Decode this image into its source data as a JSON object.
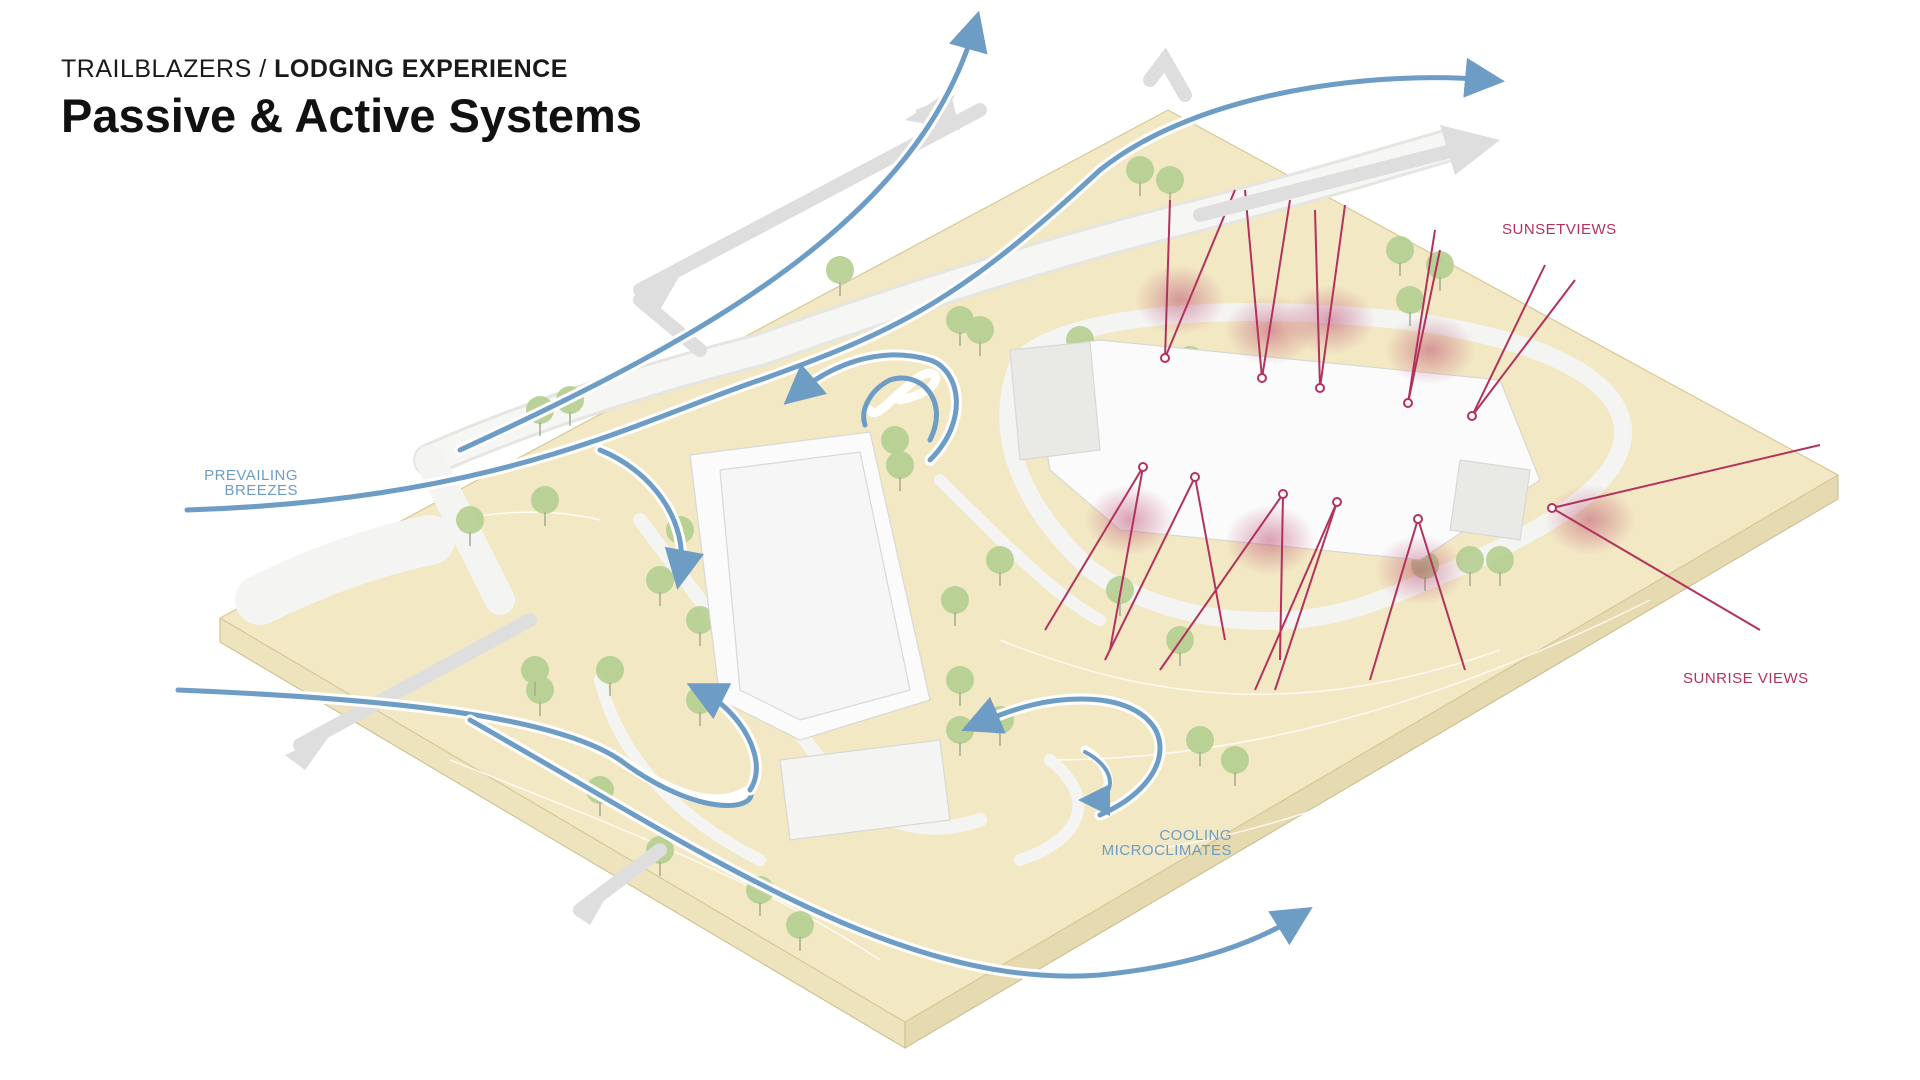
{
  "header": {
    "project": "TRAILBLAZERS",
    "separator": " / ",
    "section": "LODGING EXPERIENCE",
    "title": "Passive & Active Systems"
  },
  "labels": {
    "prevailing_breezes_line1": "PREVAILING",
    "prevailing_breezes_line2": "BREEZES",
    "sunset_views": "SUNSETVIEWS",
    "sunrise_views": "SUNRISE VIEWS",
    "cooling_line1": "COOLING",
    "cooling_line2": "MICROCLIMATES"
  },
  "colors": {
    "ground": "#f2e8c4",
    "slab_side": "#ede3bd",
    "path": "#f3f3f1",
    "breeze": "#6d9cc4",
    "view": "#b2325e",
    "tree": "#b5cf92",
    "building": "#fbfbfb"
  }
}
